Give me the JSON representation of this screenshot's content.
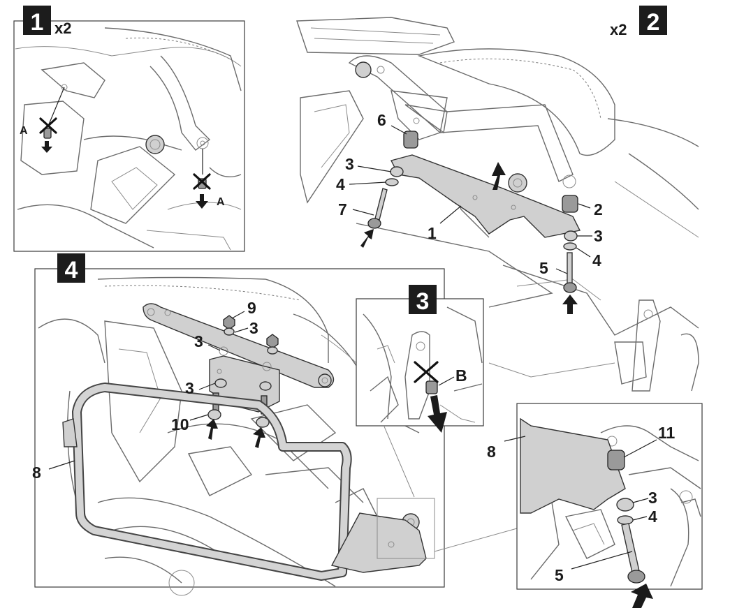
{
  "steps": [
    {
      "number": "1",
      "multiplier": "x2"
    },
    {
      "number": "2",
      "multiplier": "x2"
    },
    {
      "number": "3",
      "multiplier": ""
    },
    {
      "number": "4",
      "multiplier": ""
    }
  ],
  "step1": {
    "callouts": [
      "A",
      "A"
    ]
  },
  "step2": {
    "callouts": [
      "6",
      "3",
      "4",
      "7",
      "1",
      "2",
      "3",
      "4",
      "5"
    ]
  },
  "step3": {
    "callouts": [
      "B"
    ]
  },
  "step4": {
    "callouts": [
      "9",
      "3",
      "3",
      "3",
      "10",
      "8"
    ]
  },
  "detail": {
    "callouts": [
      "8",
      "11",
      "3",
      "4",
      "5"
    ]
  }
}
